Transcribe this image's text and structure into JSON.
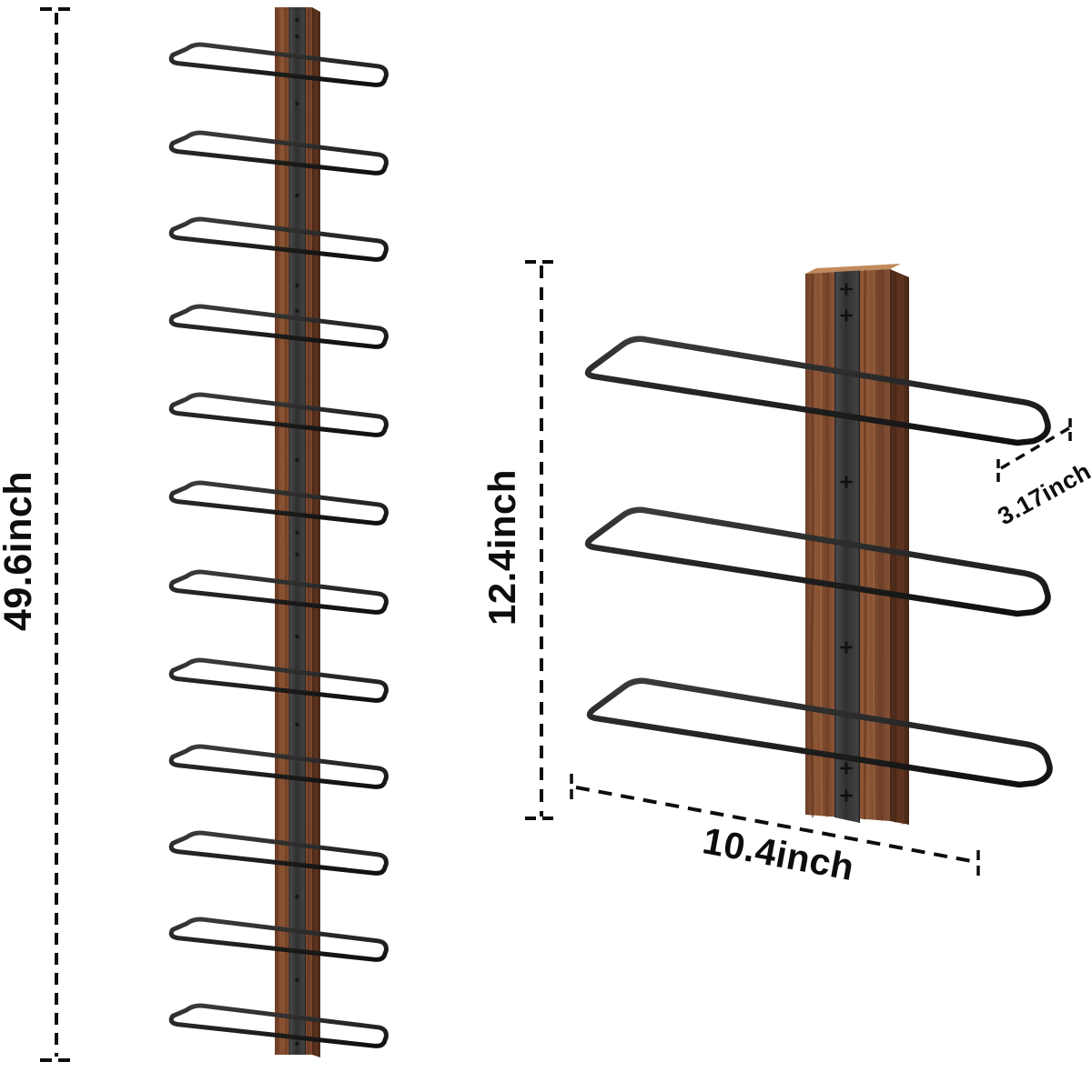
{
  "title": "Wall-mounted rack dimension diagram",
  "left_rack": {
    "description": "full-height rack with 12 wire tiers on wooden wall strip",
    "tier_count": 12,
    "height_label": "49.6inch"
  },
  "right_rack": {
    "description": "close-up 3-tier section of the rack",
    "tier_count": 3,
    "height_label": "12.4inch",
    "width_label": "10.4inch",
    "depth_label": "3.17inch"
  },
  "labels": {
    "left_height": "49.6inch",
    "right_height": "12.4inch",
    "right_width": "10.4inch",
    "right_depth": "3.17inch"
  },
  "colors": {
    "background": "#ffffff",
    "wire": "#1f1f1f",
    "wood_mid": "#8a5334",
    "wood_dark": "#5a2f1b",
    "wood_light": "#a5714d",
    "metal_strip": "#3a3a3a",
    "dimension_lines": "#0d0d0d"
  }
}
